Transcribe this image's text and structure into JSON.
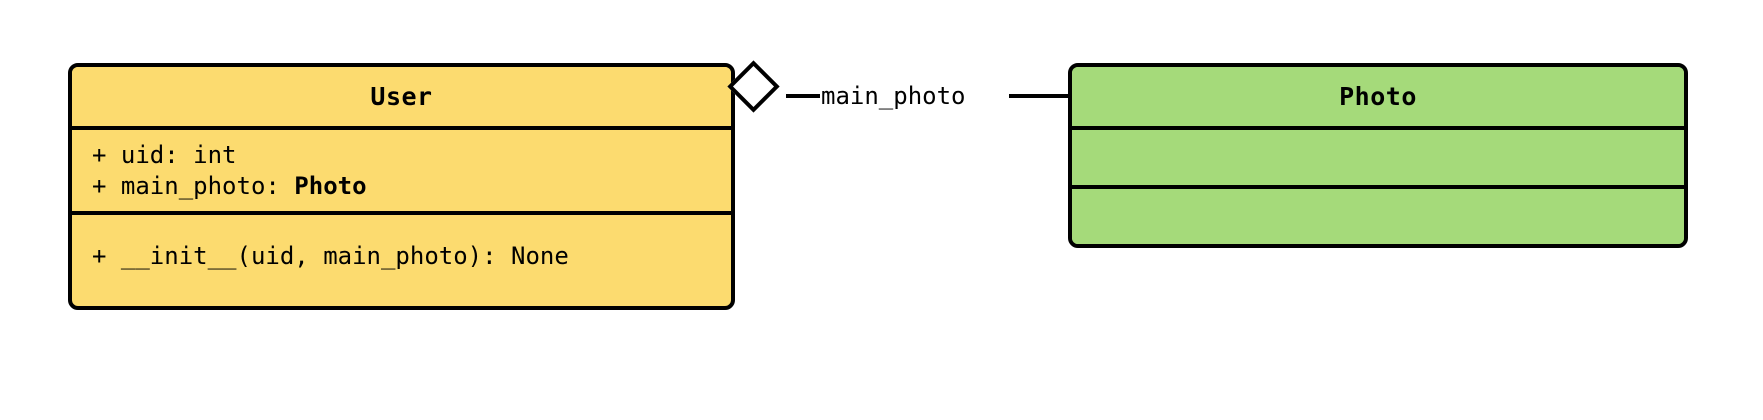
{
  "diagram": {
    "type": "uml-class-diagram",
    "background_color": "#ffffff",
    "classes": [
      {
        "name": "User",
        "fill_color": "#fcdb6f",
        "border_color": "#000000",
        "attributes": [
          {
            "visibility": "+",
            "text": "+ uid: int"
          },
          {
            "visibility": "+",
            "text_prefix": "+ main_photo: ",
            "type_ref": "Photo"
          }
        ],
        "methods": [
          {
            "visibility": "+",
            "text": "+ __init__(uid, main_photo): None"
          }
        ]
      },
      {
        "name": "Photo",
        "fill_color": "#a5da7a",
        "border_color": "#000000",
        "attributes": [],
        "methods": []
      }
    ],
    "relationship": {
      "kind": "aggregation",
      "label": "main_photo",
      "source": "User",
      "target": "Photo",
      "diamond_fill": "#ffffff",
      "diamond_stroke": "#000000"
    }
  }
}
